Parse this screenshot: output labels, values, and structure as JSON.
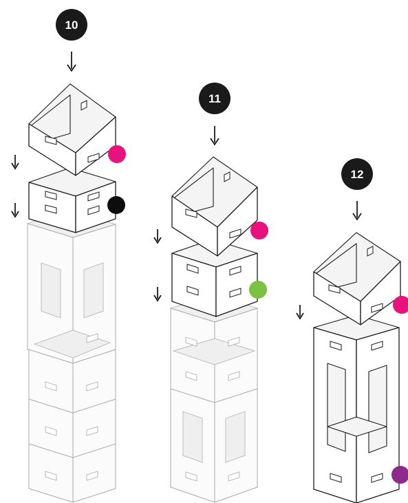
{
  "steps": [
    {
      "number": "10",
      "top_box_dot_color": "#e8127c",
      "second_box_dot_color": "#0d0d0d"
    },
    {
      "number": "11",
      "top_box_dot_color": "#e8127c",
      "second_box_dot_color": "#7cc242"
    },
    {
      "number": "12",
      "top_box_dot_color": "#e8127c",
      "second_box_dot_color": "#8e2a8e"
    }
  ],
  "colors": {
    "badge": "#1a1a1a",
    "line": "#1a1a1a",
    "ghost_line": "#a9a9a9"
  },
  "icons": [
    "down-arrow-icon",
    "box-icon",
    "dot-marker-icon"
  ]
}
